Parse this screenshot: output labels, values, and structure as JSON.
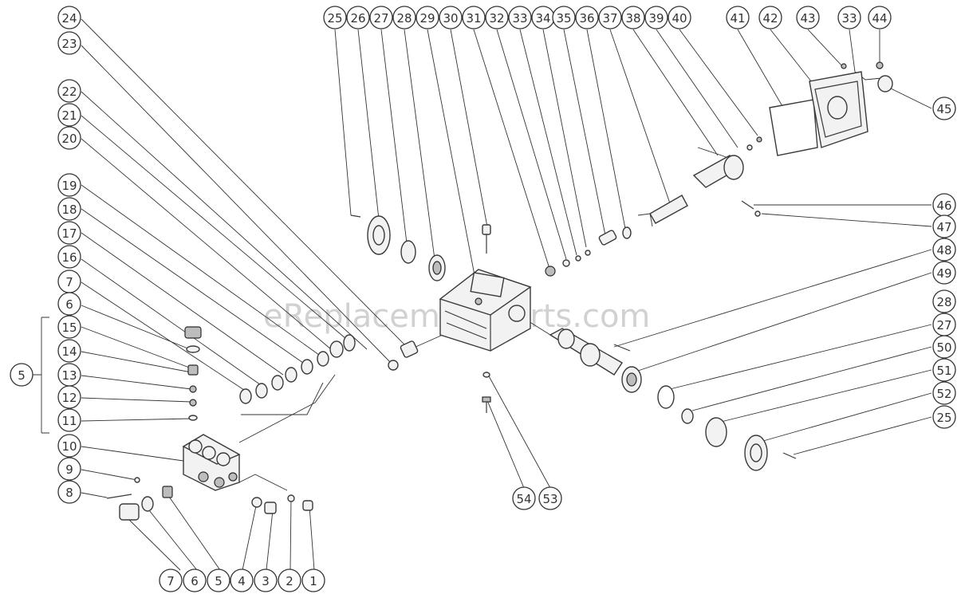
{
  "watermark": "eReplacementParts.com",
  "callouts": {
    "c1": "1",
    "c2": "2",
    "c3": "3",
    "c4": "4",
    "c5b": "5",
    "c6b": "6",
    "c7b": "7",
    "c8": "8",
    "c9": "9",
    "c10": "10",
    "c11": "11",
    "c12": "12",
    "c13": "13",
    "c14": "14",
    "c15": "15",
    "c6a": "6",
    "c7a": "7",
    "c5a": "5",
    "c16": "16",
    "c17": "17",
    "c18": "18",
    "c19": "19",
    "c20": "20",
    "c21": "21",
    "c22": "22",
    "c23": "23",
    "c24": "24",
    "c25a": "25",
    "c26": "26",
    "c27a": "27",
    "c28a": "28",
    "c29": "29",
    "c30": "30",
    "c31": "31",
    "c32": "32",
    "c33a": "33",
    "c34": "34",
    "c35": "35",
    "c36": "36",
    "c37": "37",
    "c38": "38",
    "c39": "39",
    "c40": "40",
    "c41": "41",
    "c42": "42",
    "c43": "43",
    "c33b": "33",
    "c44": "44",
    "c45": "45",
    "c46": "46",
    "c47": "47",
    "c48": "48",
    "c49": "49",
    "c28b": "28",
    "c27b": "27",
    "c50": "50",
    "c51": "51",
    "c52": "52",
    "c25b": "25",
    "c53": "53",
    "c54": "54"
  }
}
